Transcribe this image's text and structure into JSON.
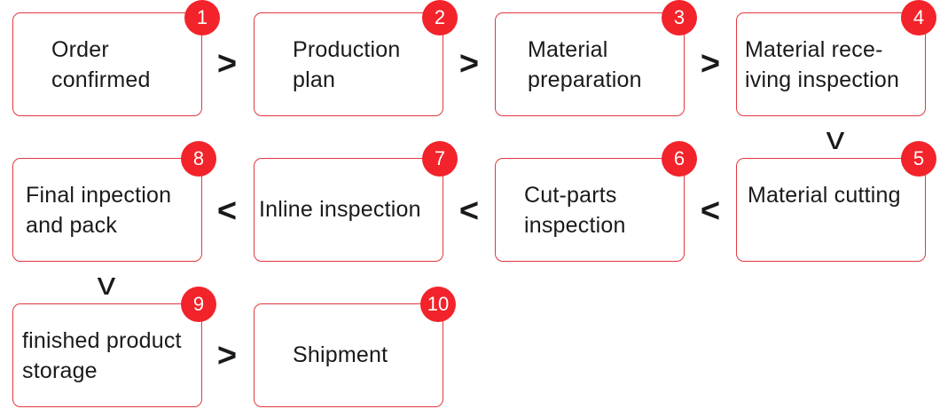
{
  "steps": [
    {
      "number": "1",
      "label": "Order\nconfirmed"
    },
    {
      "number": "2",
      "label": "Production\nplan"
    },
    {
      "number": "3",
      "label": "Material\npreparation"
    },
    {
      "number": "4",
      "label": "Material rece-\niving inspection"
    },
    {
      "number": "5",
      "label": "Material cutting"
    },
    {
      "number": "6",
      "label": "Cut-parts\ninspection"
    },
    {
      "number": "7",
      "label": "Inline inspection"
    },
    {
      "number": "8",
      "label": "Final inpection\nand pack"
    },
    {
      "number": "9",
      "label": "finished product\nstorage"
    },
    {
      "number": "10",
      "label": "Shipment"
    }
  ],
  "arrows": {
    "right": ">",
    "left": "<",
    "down": "v"
  },
  "colors": {
    "accent": "#f2232a",
    "border": "#e2383f",
    "text": "#1a1a1a"
  }
}
